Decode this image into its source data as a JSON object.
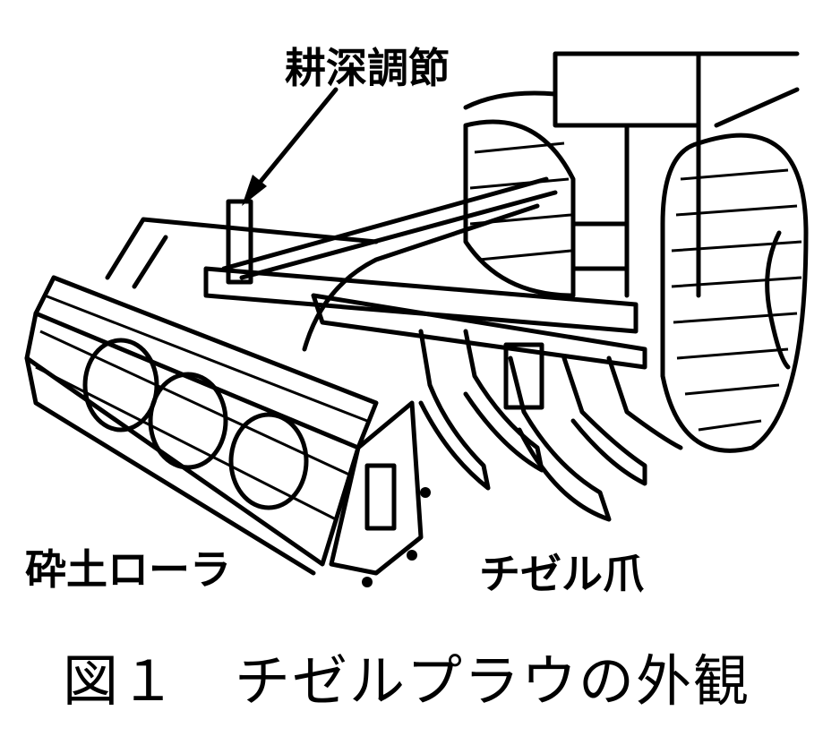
{
  "figure": {
    "labels": {
      "depth_adjust": "耕深調節",
      "crushing_roller": "砕土ローラ",
      "chisel_tine": "チゼル爪"
    },
    "caption": "図１　チゼルプラウの外観"
  }
}
